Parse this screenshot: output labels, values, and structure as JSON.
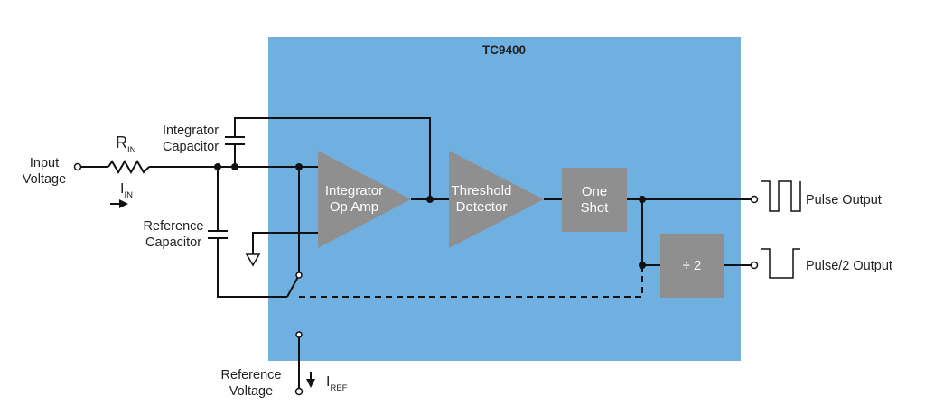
{
  "chip": {
    "name": "TC9400",
    "fill": "#6FB0E1",
    "block_fill": "#8F8F8F"
  },
  "input": {
    "line1": "Input",
    "line2": "Voltage"
  },
  "rin": {
    "main": "R",
    "sub": "IN"
  },
  "iin": {
    "main": "I",
    "sub": "IN"
  },
  "integrator_cap": {
    "line1": "Integrator",
    "line2": "Capacitor"
  },
  "reference_cap": {
    "line1": "Reference",
    "line2": "Capacitor"
  },
  "integrator_amp": {
    "line1": "Integrator",
    "line2": "Op Amp"
  },
  "threshold": {
    "line1": "Threshold",
    "line2": "Detector"
  },
  "one_shot": {
    "line1": "One",
    "line2": "Shot"
  },
  "divider": {
    "label": "÷ 2"
  },
  "pulse_output": {
    "label": "Pulse Output"
  },
  "pulse2_output": {
    "label": "Pulse/2 Output"
  },
  "reference_voltage": {
    "line1": "Reference",
    "line2": "Voltage"
  },
  "iref": {
    "main": "I",
    "sub": "REF"
  }
}
